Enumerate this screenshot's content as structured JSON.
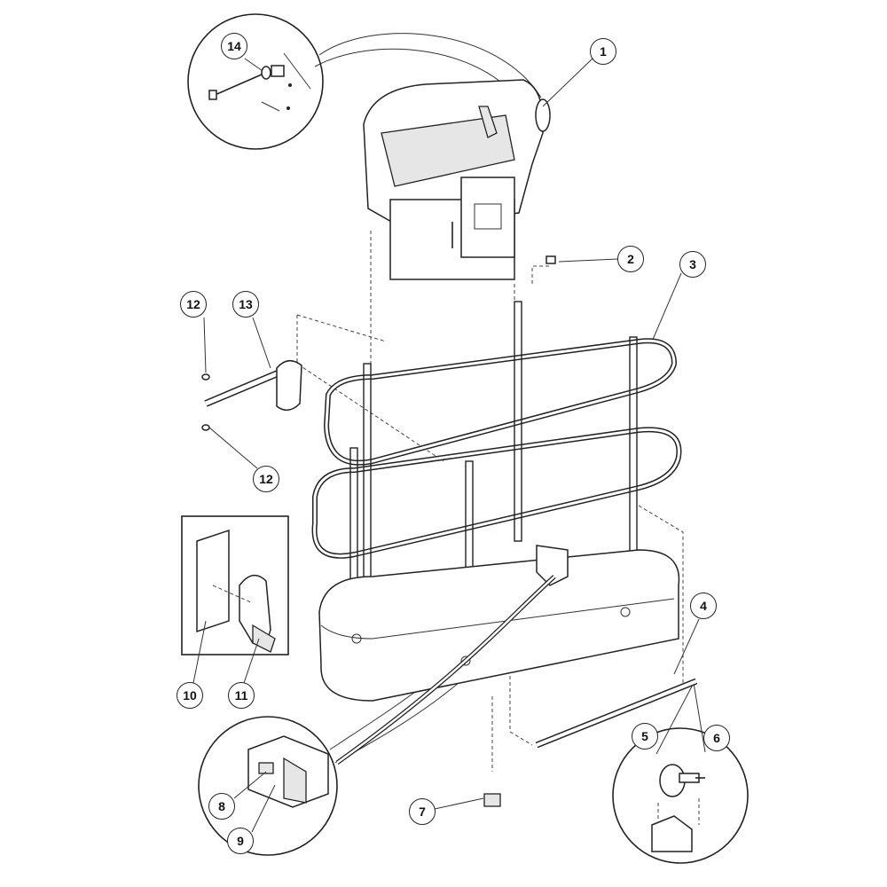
{
  "diagram": {
    "callouts": [
      {
        "id": "c1",
        "label": "1"
      },
      {
        "id": "c2",
        "label": "2"
      },
      {
        "id": "c3",
        "label": "3"
      },
      {
        "id": "c4",
        "label": "4"
      },
      {
        "id": "c5",
        "label": "5"
      },
      {
        "id": "c6",
        "label": "6"
      },
      {
        "id": "c7",
        "label": "7"
      },
      {
        "id": "c8",
        "label": "8"
      },
      {
        "id": "c9",
        "label": "9"
      },
      {
        "id": "c10",
        "label": "10"
      },
      {
        "id": "c11",
        "label": "11"
      },
      {
        "id": "c12a",
        "label": "12"
      },
      {
        "id": "c12b",
        "label": "12"
      },
      {
        "id": "c13",
        "label": "13"
      },
      {
        "id": "c14",
        "label": "14"
      }
    ]
  }
}
